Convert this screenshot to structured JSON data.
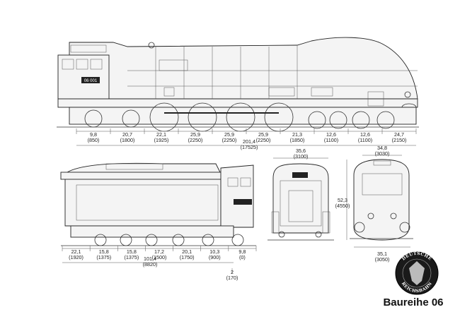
{
  "caption": "Baureihe 06",
  "emblem": {
    "top_text": "DEUTSCHE",
    "bottom_text": "REICHSBAHN",
    "fill_color": "#1a1a1a"
  },
  "locomotive_number": "06 001",
  "side_view": {
    "dimensions": [
      {
        "value": "9,8",
        "sub": "(850)"
      },
      {
        "value": "20,7",
        "sub": "(1800)"
      },
      {
        "value": "22,1",
        "sub": "(1925)"
      },
      {
        "value": "25,9",
        "sub": "(2250)"
      },
      {
        "value": "25,9",
        "sub": "(2250)"
      },
      {
        "value": "25,9",
        "sub": "(2250)"
      },
      {
        "value": "21,3",
        "sub": "(1850)"
      },
      {
        "value": "12,6",
        "sub": "(1100)"
      },
      {
        "value": "12,6",
        "sub": "(1100)"
      },
      {
        "value": "24,7",
        "sub": "(2150)"
      }
    ],
    "total": {
      "value": "201,4",
      "sub": "(17525)"
    }
  },
  "tender_view": {
    "dimensions": [
      {
        "value": "22,1",
        "sub": "(1920)"
      },
      {
        "value": "15,8",
        "sub": "(1375)"
      },
      {
        "value": "15,8",
        "sub": "(1375)"
      },
      {
        "value": "17,2",
        "sub": "(1500)"
      },
      {
        "value": "20,1",
        "sub": "(1750)"
      },
      {
        "value": "10,3",
        "sub": "(900)"
      },
      {
        "value": "9,8",
        "sub": "(0)"
      }
    ],
    "total": {
      "value": "101,4",
      "sub": "(8820)"
    },
    "coupling": {
      "value": "2",
      "sub": "(170)"
    }
  },
  "rear_view": {
    "width": {
      "value": "35,6",
      "sub": "(3100)"
    }
  },
  "front_view": {
    "top_width": {
      "value": "34,8",
      "sub": "(3030)"
    },
    "height": {
      "value": "52,3",
      "sub": "(4550)"
    },
    "bottom_width": {
      "value": "35,1",
      "sub": "(3050)"
    }
  }
}
